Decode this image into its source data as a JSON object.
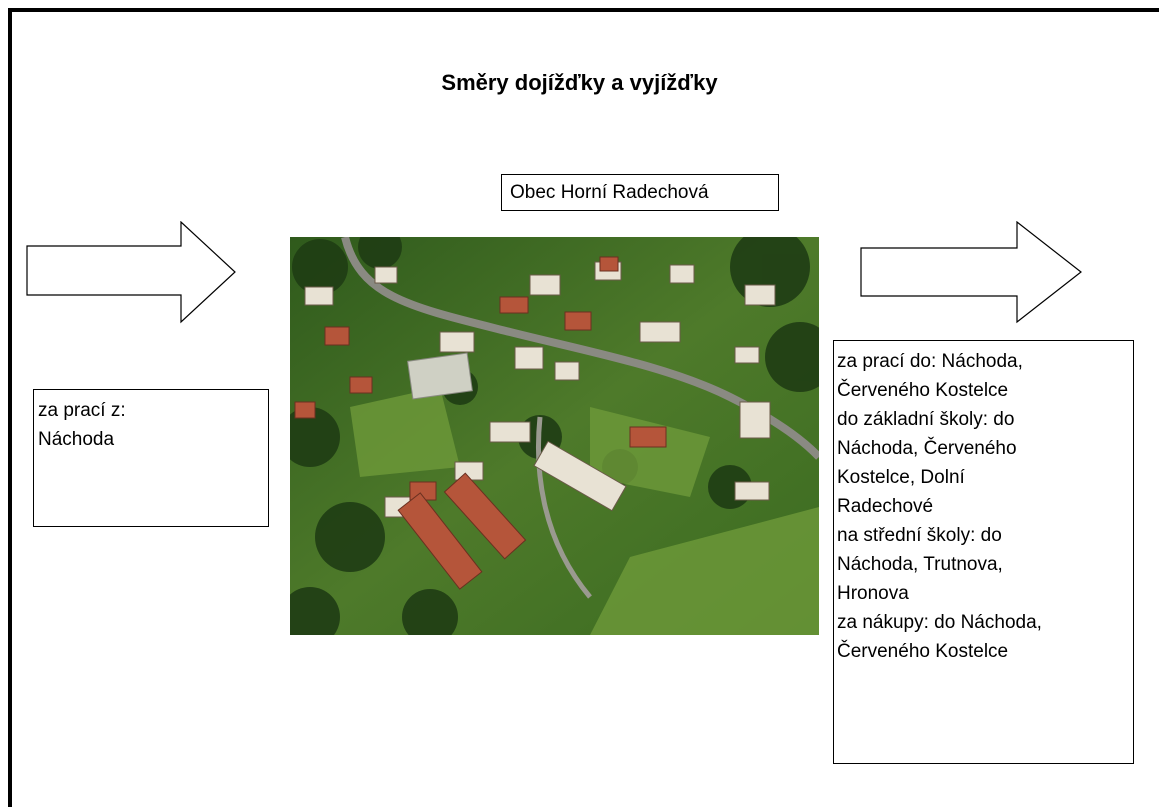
{
  "title": "Směry dojížďky a vyjížďky",
  "village_label": "Obec Horní Radechová",
  "inbound": {
    "text": "za prací z:\nNáchoda"
  },
  "outbound": {
    "text": "za prací do: Náchoda,\nČerveného Kostelce\ndo základní školy: do\nNáchoda, Červeného\nKostelce, Dolní\nRadechové\nna střední školy: do\nNáchoda, Trutnova,\nHronova\nza nákupy: do Náchoda,\nČerveného Kostelce"
  },
  "colors": {
    "line": "#000000",
    "background": "#ffffff",
    "field": "#3d6b1e",
    "road": "#8a8a82",
    "roof": "#b5553a"
  },
  "icons": {
    "arrow_left": "right-arrow",
    "arrow_right": "right-arrow"
  }
}
